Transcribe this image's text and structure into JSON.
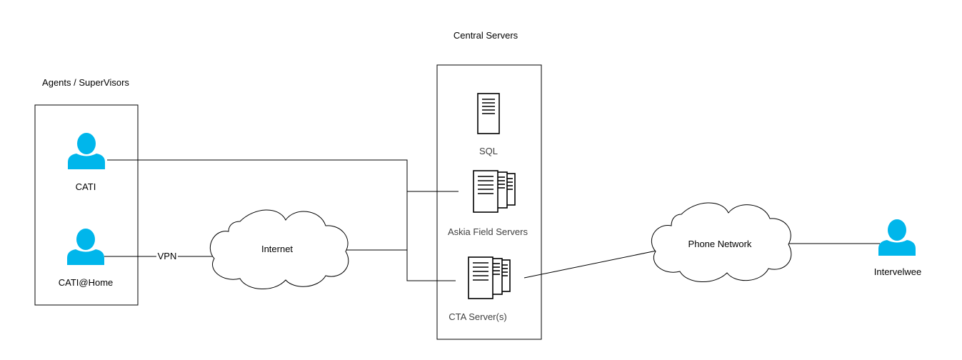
{
  "colors": {
    "person": "#00b6eb",
    "line": "#000000",
    "background": "#ffffff"
  },
  "groups": {
    "agents": {
      "label": "Agents / SuperVisors"
    },
    "central": {
      "label": "Central Servers"
    }
  },
  "nodes": {
    "cati": {
      "label": "CATI",
      "icon": "person-icon"
    },
    "cati_home": {
      "label": "CATI@Home",
      "icon": "person-icon"
    },
    "internet": {
      "label": "Internet",
      "icon": "cloud-icon"
    },
    "sql": {
      "label": "SQL",
      "icon": "server-icon"
    },
    "askia": {
      "label": "Askia Field Servers",
      "icon": "server-stack-icon"
    },
    "cta": {
      "label": "CTA Server(s)",
      "icon": "server-stack-icon"
    },
    "phone": {
      "label": "Phone Network",
      "icon": "cloud-icon"
    },
    "interviewee": {
      "label": "Intervelwee",
      "icon": "person-icon"
    }
  },
  "edges": {
    "vpn": {
      "label": "VPN"
    }
  }
}
